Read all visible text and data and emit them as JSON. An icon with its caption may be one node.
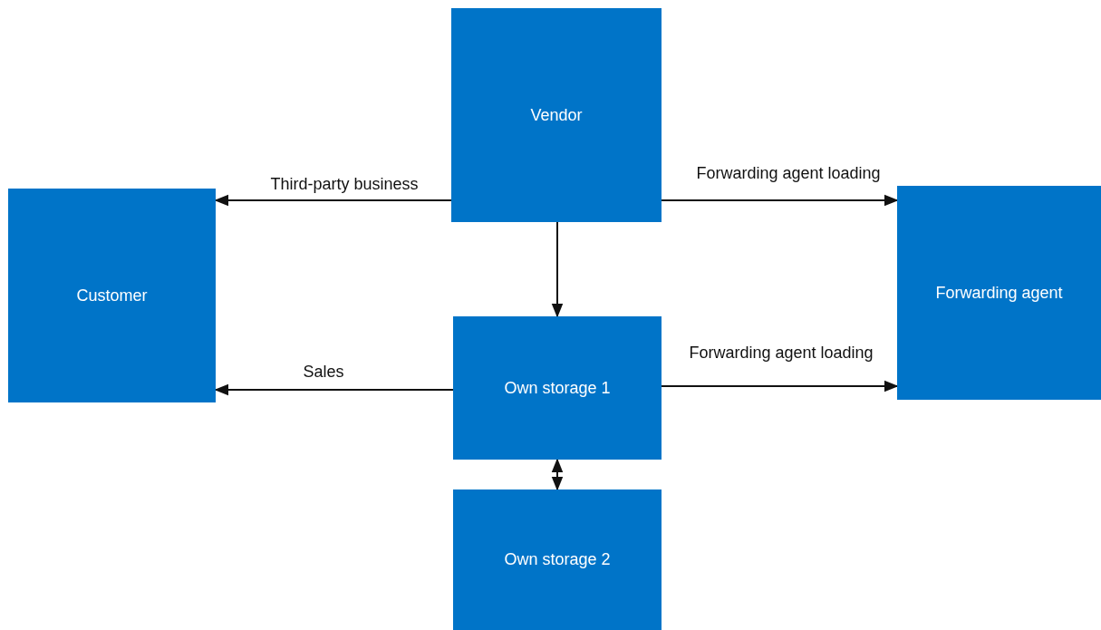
{
  "diagram": {
    "nodes": [
      {
        "text": [
          "Vendor"
        ]
      },
      {
        "text": [
          "Customer"
        ]
      },
      {
        "text": [
          "Forwarding agent"
        ]
      },
      {
        "text": [
          "Own storage 1"
        ]
      },
      {
        "text": [
          "Own storage 2"
        ]
      }
    ],
    "edges": [
      {
        "from": 0,
        "to": 1,
        "arrow": "to",
        "label": "Third-party business"
      },
      {
        "from": 0,
        "to": 2,
        "arrow": "to",
        "label": "Forwarding agent loading"
      },
      {
        "from": 0,
        "to": 3,
        "arrow": "to"
      },
      {
        "from": 3,
        "to": 1,
        "arrow": "to",
        "label": "Sales"
      },
      {
        "from": 3,
        "to": 2,
        "arrow": "to",
        "label": "Forwarding agent loading"
      },
      {
        "from": 3,
        "to": 4,
        "arrow": "both"
      }
    ]
  }
}
